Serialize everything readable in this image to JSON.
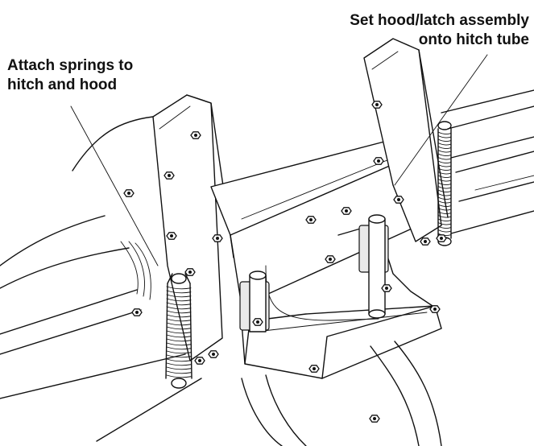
{
  "callouts": {
    "left": {
      "line1": "Attach springs to",
      "line2": "hitch and hood"
    },
    "right": {
      "line1": "Set hood/latch assembly",
      "line2": "onto hitch tube"
    }
  },
  "colors": {
    "ink": "#111111",
    "background": "#ffffff"
  },
  "icons": [
    "bolt-icon",
    "spring-icon",
    "latch-icon"
  ]
}
